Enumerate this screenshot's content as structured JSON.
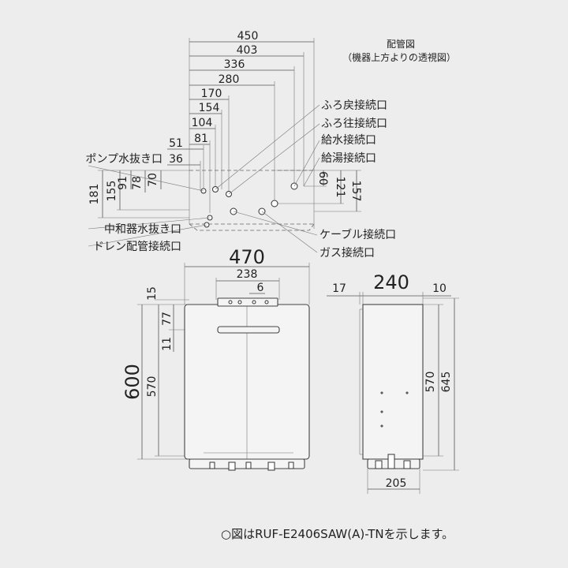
{
  "piping_view": {
    "title": "配管図",
    "subtitle": "（機器上方よりの透視図）",
    "top_dims": [
      "450",
      "403",
      "336",
      "280",
      "170",
      "154",
      "104",
      "81",
      "51",
      "36"
    ],
    "left_vertical_dims": [
      "181",
      "155",
      "91",
      "78",
      "70"
    ],
    "right_vertical_dims": [
      "60",
      "121",
      "157"
    ],
    "connections_right": [
      "ふろ戻接続口",
      "ふろ往接続口",
      "給水接続口",
      "給湯接続口"
    ],
    "connections_left": [
      "ポンプ水抜き口",
      "中和器水抜き口",
      "ドレン配管接続口"
    ],
    "connections_bottom": [
      "ケーブル接続口",
      "ガス接続口"
    ]
  },
  "front_view": {
    "width": "470",
    "top_dims": [
      "238",
      "6"
    ],
    "left_dims": [
      "15",
      "77",
      "11",
      "570"
    ],
    "height": "600"
  },
  "side_view": {
    "left_gap": "17",
    "depth": "240",
    "right_gap": "10",
    "right_dims": [
      "570",
      "645"
    ],
    "bottom_dim": "205"
  },
  "note": "○図はRUF-E2406SAW(A)-TNを示します。"
}
